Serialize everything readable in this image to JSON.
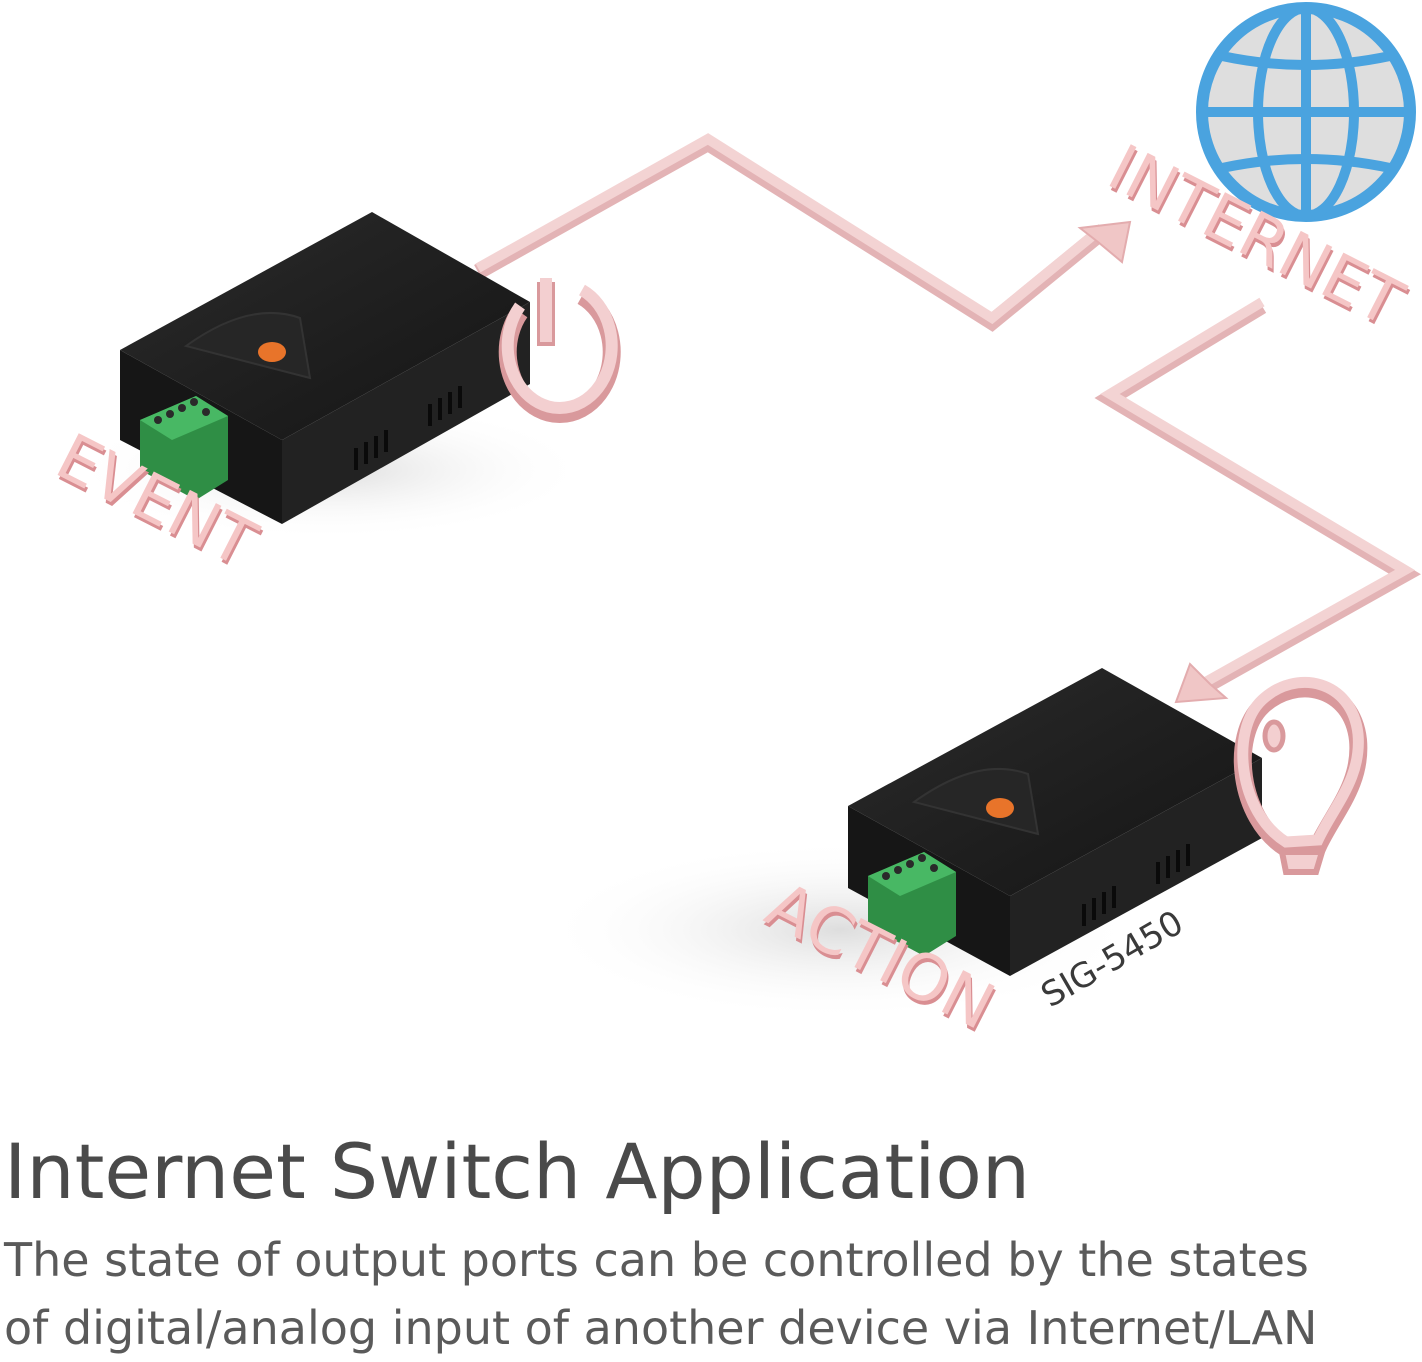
{
  "diagram": {
    "labels": {
      "internet": "INTERNET",
      "event": "EVENT",
      "action": "ACTION",
      "model": "SIG-5450"
    },
    "colors": {
      "path": "#f0c8c8",
      "path_dark": "#e3a9ac",
      "label": "#f2b8b8",
      "label_shadow": "#d98e92",
      "globe": "#4aa3df",
      "globe_fill": "#dcdcdc",
      "device": "#1e1e1e",
      "terminal": "#3aa655"
    },
    "icons": [
      "globe-icon",
      "power-icon",
      "lightbulb-icon",
      "arrow-icon"
    ]
  },
  "caption": {
    "title": "Internet Switch Application",
    "line1": "The state of output ports can be controlled by the states",
    "line2": "of digital/analog input of another device via Internet/LAN"
  }
}
